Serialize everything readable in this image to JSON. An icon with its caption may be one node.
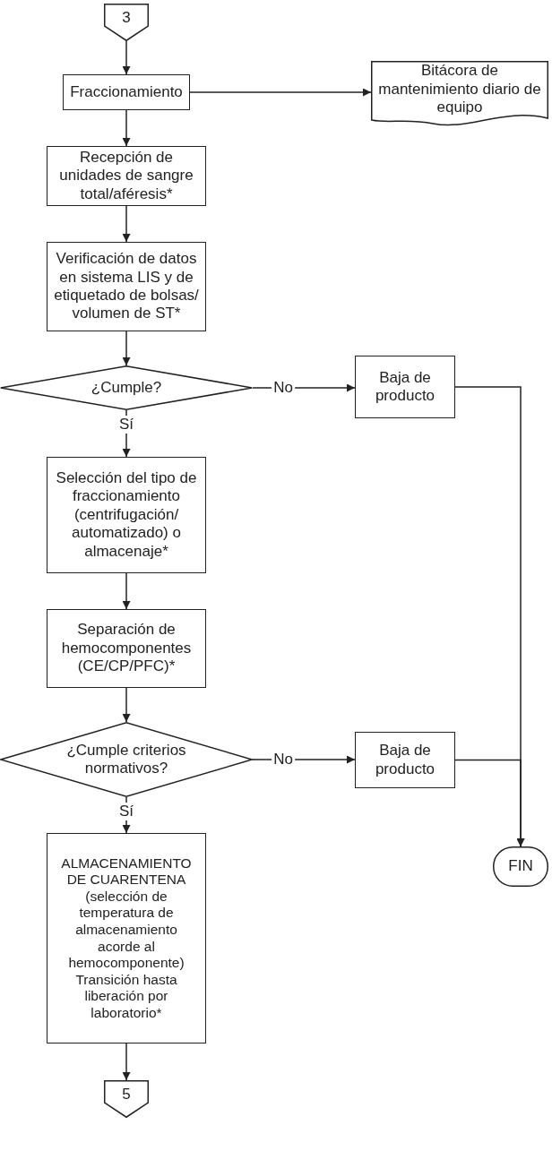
{
  "diagram": {
    "nodes": [
      {
        "text": [
          "3"
        ]
      },
      {
        "text": [
          "Fraccionamiento"
        ]
      },
      {
        "text": [
          "Bitácora de mantenimiento diario de equipo"
        ]
      },
      {
        "text": [
          "Recepción de unidades de sangre total/aféresis*"
        ]
      },
      {
        "text": [
          "Verificación de datos en sistema LIS y de etiquetado de bolsas/ volumen de ST*"
        ]
      },
      {
        "text": [
          "¿Cumple?"
        ]
      },
      {
        "text": [
          "Baja de producto"
        ]
      },
      {
        "text": [
          "Selección del tipo de fraccionamiento (centrifugación/ automatizado) o almacenaje*"
        ]
      },
      {
        "text": [
          "Separación de hemocomponentes (CE/CP/PFC)*"
        ]
      },
      {
        "text": [
          "¿Cumple criterios normativos?"
        ]
      },
      {
        "text": [
          "Baja de producto"
        ]
      },
      {
        "text": [
          "FIN"
        ]
      },
      {
        "text": [
          "ALMACENAMIENTO DE CUARENTENA (selección de temperatura de almacenamiento acorde al hemocomponente) Transición hasta liberación por laboratorio*"
        ]
      },
      {
        "text": [
          "5"
        ]
      }
    ],
    "edges": [
      {
        "from": 0,
        "to": 1,
        "arrow": "to"
      },
      {
        "from": 1,
        "to": 2,
        "arrow": "to"
      },
      {
        "from": 1,
        "to": 3,
        "arrow": "to"
      },
      {
        "from": 3,
        "to": 4,
        "arrow": "to"
      },
      {
        "from": 4,
        "to": 5,
        "arrow": "to"
      },
      {
        "from": 5,
        "to": 6,
        "arrow": "to",
        "label": "No"
      },
      {
        "from": 5,
        "to": 7,
        "arrow": "to",
        "label": "Sí"
      },
      {
        "from": 7,
        "to": 8,
        "arrow": "to"
      },
      {
        "from": 8,
        "to": 9,
        "arrow": "to"
      },
      {
        "from": 9,
        "to": 10,
        "arrow": "to",
        "label": "No"
      },
      {
        "from": 9,
        "to": 12,
        "arrow": "to",
        "label": "Sí"
      },
      {
        "from": 6,
        "to": 11,
        "arrow": "to"
      },
      {
        "from": 10,
        "to": 11,
        "arrow": "to"
      },
      {
        "from": 12,
        "to": 13,
        "arrow": "to"
      }
    ]
  }
}
